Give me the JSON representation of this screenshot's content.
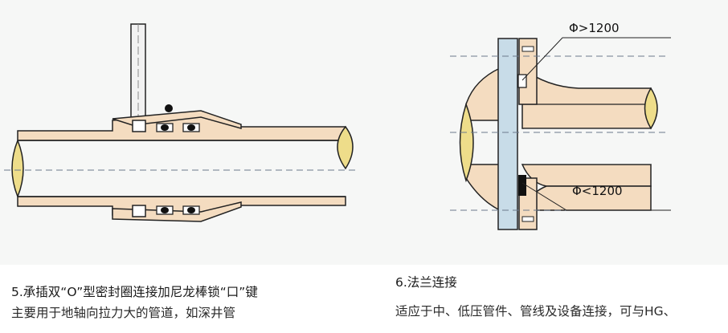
{
  "colors": {
    "pipe_fill": "#f4dcc0",
    "pipe_end": "#eedd8a",
    "flange_fill": "#c8dce8",
    "outline": "#222222",
    "centerline": "#6c7a8c",
    "background": "#f6f7f6"
  },
  "diagram": {
    "flange_labels": {
      "large_diameter": "Φ>1200",
      "small_diameter": "Φ<1200"
    }
  },
  "captions": {
    "left": {
      "title": "5.承插双“O”型密封圈连接加尼龙棒锁“口”键",
      "body": "主要用于地轴向拉力大的管道，如深井管"
    },
    "right": {
      "title": "6.法兰连接",
      "body": "适应于中、低压管件、管线及设备连接，可与HG、"
    }
  }
}
